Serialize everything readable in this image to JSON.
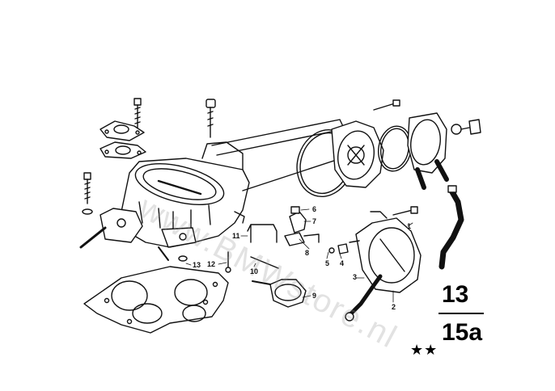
{
  "diagram": {
    "callouts": [
      {
        "id": "1",
        "label": "1"
      },
      {
        "id": "2",
        "label": "2"
      },
      {
        "id": "3",
        "label": "3"
      },
      {
        "id": "4",
        "label": "4"
      },
      {
        "id": "5",
        "label": "5"
      },
      {
        "id": "6",
        "label": "6"
      },
      {
        "id": "7",
        "label": "7"
      },
      {
        "id": "8",
        "label": "8"
      },
      {
        "id": "9",
        "label": "9"
      },
      {
        "id": "10",
        "label": "10"
      },
      {
        "id": "11",
        "label": "11"
      },
      {
        "id": "12",
        "label": "12"
      },
      {
        "id": "13",
        "label": "13"
      }
    ],
    "group_code_top": "13",
    "group_code_bottom": "15a",
    "stars": "★★",
    "watermark": "www.BMWstore.nl"
  }
}
